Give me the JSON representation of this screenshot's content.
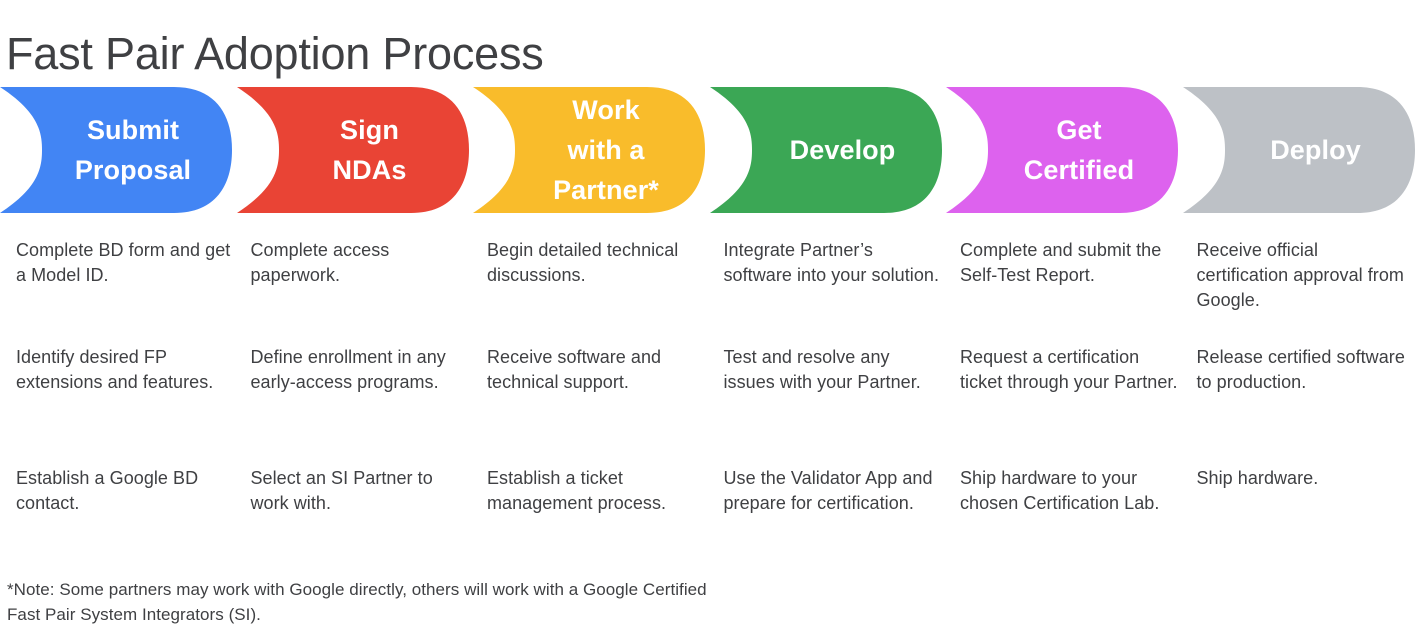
{
  "title": "Fast Pair Adoption Process",
  "colors": {
    "blue": "#4285F4",
    "red": "#E94435",
    "yellow": "#F9BC2B",
    "green": "#3BA755",
    "magenta": "#DD62EE",
    "gray": "#BDC1C6",
    "text": "#3f4043",
    "background": "#FFFFFF"
  },
  "stages": [
    {
      "name": "submit-proposal",
      "label_lines": [
        "Submit",
        "Proposal"
      ],
      "color": "#4285F4",
      "bullets": [
        "Complete BD form and get a Model ID.",
        "Identify desired FP extensions and features.",
        "Establish a Google BD contact."
      ]
    },
    {
      "name": "sign-ndas",
      "label_lines": [
        "Sign",
        "NDAs"
      ],
      "color": "#E94435",
      "bullets": [
        "Complete access paperwork.",
        "Define enrollment in any early-access programs.",
        "Select an SI Partner to work with."
      ]
    },
    {
      "name": "work-with-a-partner",
      "label_lines": [
        "Work",
        "with a",
        "Partner*"
      ],
      "color": "#F9BC2B",
      "bullets": [
        "Begin detailed technical discussions.",
        "Receive software and technical support.",
        "Establish a ticket management process."
      ]
    },
    {
      "name": "develop",
      "label_lines": [
        "Develop"
      ],
      "color": "#3BA755",
      "bullets": [
        "Integrate Partner’s software into your solution.",
        "Test and resolve any issues with your Partner.",
        "Use the Validator App and prepare for certification."
      ]
    },
    {
      "name": "get-certified",
      "label_lines": [
        "Get",
        "Certified"
      ],
      "color": "#DD62EE",
      "bullets": [
        "Complete and submit the Self-Test Report.",
        "Request a certification ticket through your Partner.",
        "Ship hardware to your chosen Certification Lab."
      ]
    },
    {
      "name": "deploy",
      "label_lines": [
        "Deploy"
      ],
      "color": "#BDC1C6",
      "bullets": [
        "Receive official certification approval from Google.",
        "Release certified software to production.",
        "Ship hardware."
      ]
    }
  ],
  "footnote": "*Note: Some partners may work with Google directly, others will work with a Google Certified Fast Pair System Integrators (SI)."
}
